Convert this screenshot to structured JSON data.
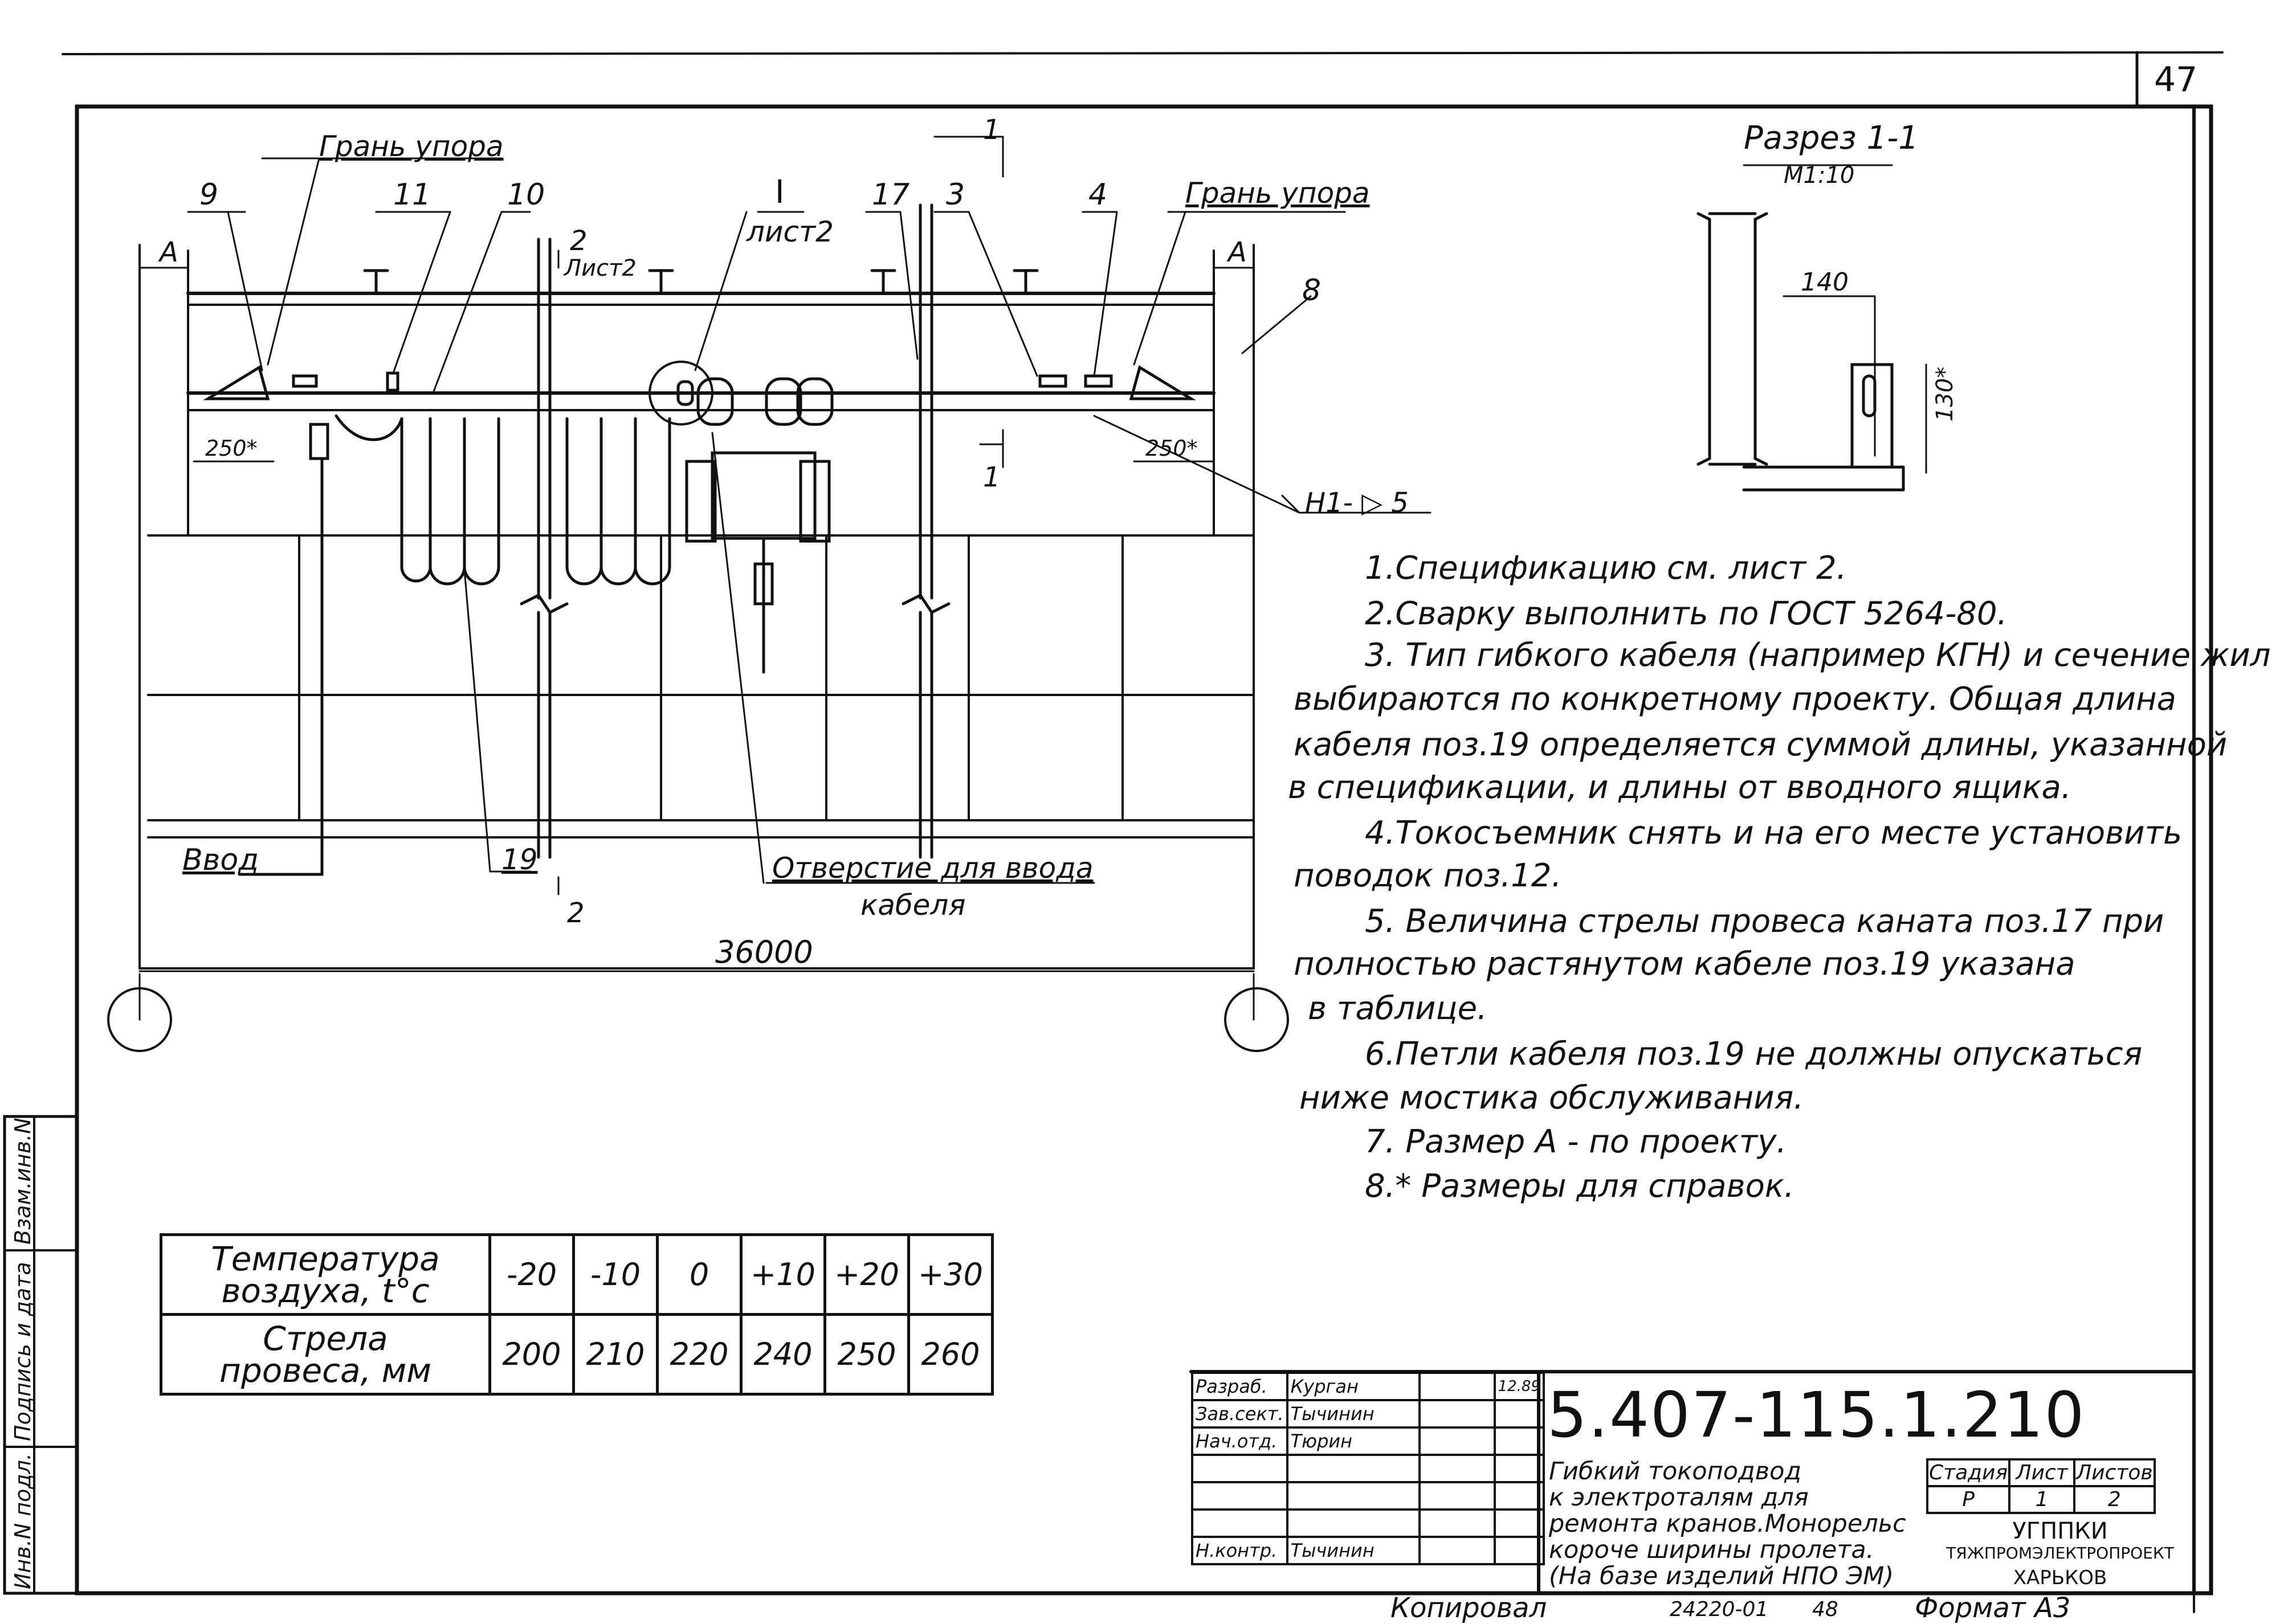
{
  "sheet_number": "47",
  "labels": {
    "gran_upora_left": "Грань упора",
    "gran_upora_right": "Грань упора",
    "pos_9": "9",
    "pos_11": "11",
    "pos_10": "10",
    "pos_I": "I",
    "list2_I": "лист2",
    "pos_17": "17",
    "pos_3": "3",
    "pos_4": "4",
    "pos_8": "8",
    "sec2_num_top": "2",
    "sec2_list_top": "Лист2",
    "sec1_top": "1",
    "sec1_bottom": "1",
    "sec2_bottom": "2",
    "a_left": "А",
    "a_right": "А",
    "dim_250_left": "250*",
    "dim_250_right": "250*",
    "weld": "Н1- ▷ 5",
    "vvod": "Ввод",
    "pos_19": "19",
    "otverstie_line1": "Отверстие для ввода",
    "otverstie_line2": "кабеля",
    "span": "36000"
  },
  "section": {
    "title": "Разрез 1-1",
    "scale": "М1:10",
    "dim_140": "140",
    "dim_130": "130*"
  },
  "notes": [
    "1.Спецификацию см. лист 2.",
    "2.Сварку выполнить по ГОСТ 5264-80.",
    "3. Тип гибкого кабеля (например  КГН) и сечение жил",
    "выбираются по конкретному проекту. Общая длина",
    "кабеля поз.19 определяется суммой длины, указанной",
    "в спецификации, и длины от вводного ящика.",
    "4.Токосъемник снять и на его месте установить",
    "поводок поз.12.",
    "5. Величина стрелы провеса каната поз.17 при",
    "полностью растянутом кабеле поз.19 указана",
    "в таблице.",
    "6.Петли кабеля поз.19 не должны опускаться",
    "ниже мостика обслуживания.",
    "7. Размер А - по проекту.",
    "8.* Размеры для справок."
  ],
  "temp_table": {
    "row1_label_a": "Температура",
    "row1_label_b": "воздуха, t°c",
    "row2_label_a": "Стрела",
    "row2_label_b": "провеса, мм",
    "temps": [
      "-20",
      "-10",
      "0",
      "+10",
      "+20",
      "+30"
    ],
    "sags": [
      "200",
      "210",
      "220",
      "240",
      "250",
      "260"
    ]
  },
  "side_stamp": {
    "inv_podl": "Инв.N подл.",
    "podpis_data": "Подпись и дата",
    "vzam_inv": "Взам.инв.N"
  },
  "title_block": {
    "roles": [
      "Разраб.",
      "Зав.сект.",
      "Нач.отд.",
      "",
      "",
      "",
      "Н.контр."
    ],
    "names": [
      "Курган",
      "Тычинин",
      "Тюрин",
      "",
      "",
      "",
      "Тычинин"
    ],
    "date": "12.89",
    "code": "5.407-115.1.210",
    "title_lines": [
      "Гибкий токоподвод",
      "к электроталям для",
      "ремонта кранов.Монорельс",
      "короче ширины пролета.",
      "(На базе изделий НПО ЭМ)"
    ],
    "stage_hdr": "Стадия",
    "sheet_hdr": "Лист",
    "sheets_hdr": "Листов",
    "stage": "Р",
    "sheet": "1",
    "sheets": "2",
    "org1": "УГППКИ",
    "org2": "ТЯЖПРОМЭЛЕКТРОПРОЕКТ",
    "org3": "ХАРЬКОВ"
  },
  "footer": {
    "copied": "Копировал",
    "order": "24220-01",
    "num": "48",
    "format": "Формат А3"
  }
}
